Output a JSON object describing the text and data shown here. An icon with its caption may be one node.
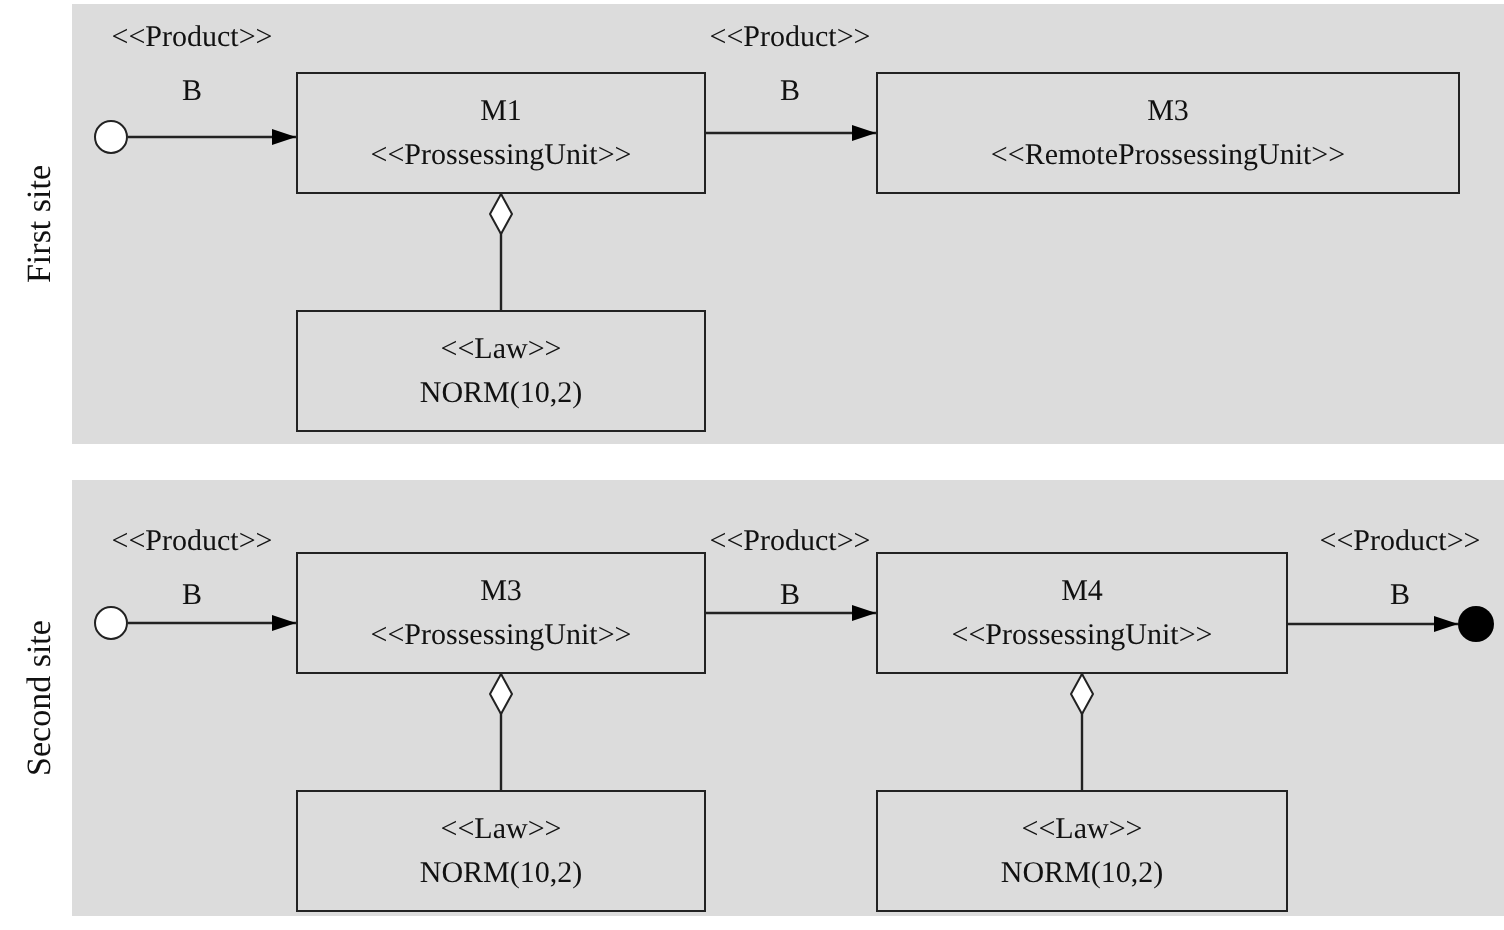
{
  "diagram": {
    "nodes": [
      {
        "text": [
          "First site"
        ]
      },
      {
        "text": [],
        "shape": "circle",
        "in": 0
      },
      {
        "text": [
          "M1",
          "<<ProssessingUnit>>"
        ],
        "in": 0
      },
      {
        "text": [
          "M3",
          "<<RemoteProssessingUnit>>"
        ],
        "in": 0
      },
      {
        "text": [
          "<<Law>>",
          "NORM(10,2)"
        ],
        "in": 0
      },
      {
        "text": [
          "Second site"
        ]
      },
      {
        "text": [],
        "shape": "circle",
        "in": 5
      },
      {
        "text": [
          "M3",
          "<<ProssessingUnit>>"
        ],
        "in": 5
      },
      {
        "text": [
          "M4",
          "<<ProssessingUnit>>"
        ],
        "in": 5
      },
      {
        "text": [
          "<<Law>>",
          "NORM(10,2)"
        ],
        "in": 5
      },
      {
        "text": [
          "<<Law>>",
          "NORM(10,2)"
        ],
        "in": 5
      },
      {
        "text": [],
        "shape": "dot",
        "in": 5
      }
    ],
    "edges": [
      {
        "from": 1,
        "to": 2,
        "arrow": "to",
        "label": "<<Product>> B"
      },
      {
        "from": 2,
        "to": 3,
        "arrow": "to",
        "label": "<<Product>> B"
      },
      {
        "from": 4,
        "to": 2,
        "arrow": "other"
      },
      {
        "from": 6,
        "to": 7,
        "arrow": "to",
        "label": "<<Product>> B"
      },
      {
        "from": 7,
        "to": 8,
        "arrow": "to",
        "label": "<<Product>> B"
      },
      {
        "from": 8,
        "to": 11,
        "arrow": "to",
        "label": "<<Product>> B"
      },
      {
        "from": 9,
        "to": 7,
        "arrow": "other"
      },
      {
        "from": 10,
        "to": 8,
        "arrow": "other"
      }
    ]
  }
}
